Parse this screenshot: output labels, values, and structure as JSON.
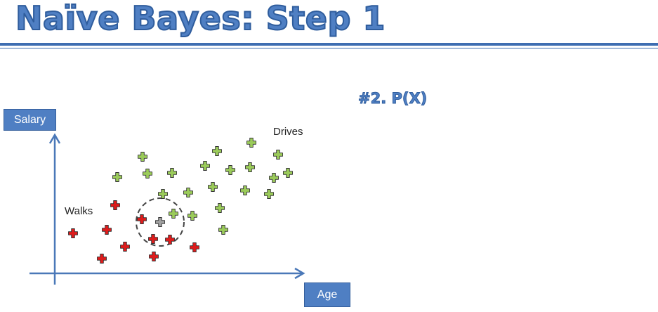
{
  "slide": {
    "title": "Naïve Bayes: Step 1",
    "subtitle": "#2. P(X)"
  },
  "plot": {
    "ylabel": "Salary",
    "xlabel": "Age",
    "group_labels": {
      "drives": "Drives",
      "walks": "Walks"
    },
    "colors": {
      "drives": "#9bcb5a",
      "walks": "#dd1c1c",
      "new_point": "#a0a0a0",
      "axis": "#4a78b8",
      "circle": "#444444"
    }
  }
}
